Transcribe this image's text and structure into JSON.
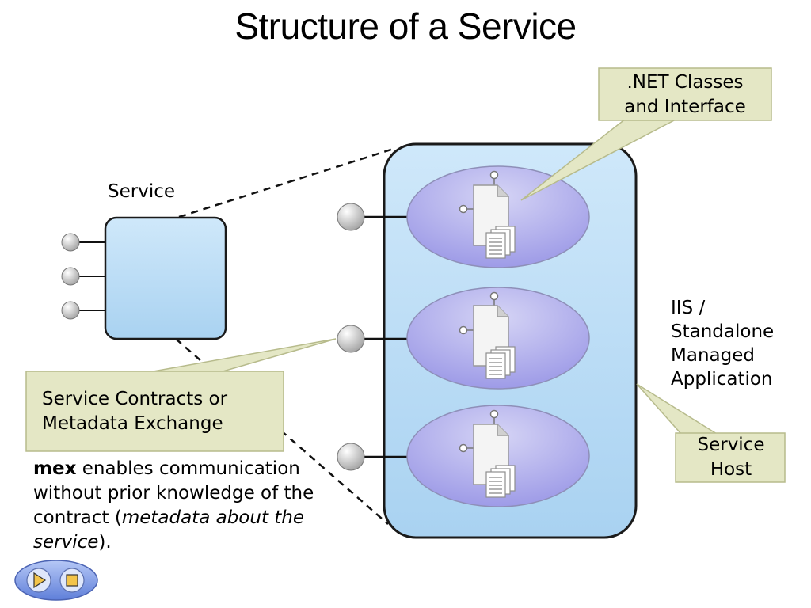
{
  "title": "Structure of a Service",
  "labels": {
    "service": "Service",
    "iis_lines": [
      "IIS /",
      "Standalone",
      "Managed",
      "Application"
    ]
  },
  "callouts": {
    "net_lines": [
      ".NET Classes",
      "and Interface"
    ],
    "contracts_lines": [
      "Service Contracts or",
      "Metadata Exchange"
    ],
    "host_lines": [
      "Service",
      "Host"
    ]
  },
  "mex_note": {
    "bold": "mex",
    "text1": " enables communication without prior knowledge of the contract (",
    "italic": "metadata about the service",
    "text2": ")."
  },
  "colors": {
    "box_fill": "#b9dcf4",
    "ellipse_fill": "#a9a6ea",
    "callout_fill": "#e4e7c5",
    "callout_stroke": "#b7bb8c"
  },
  "icons": {
    "nav_play": "play-icon",
    "nav_stop": "stop-icon",
    "document": "document-icon"
  }
}
